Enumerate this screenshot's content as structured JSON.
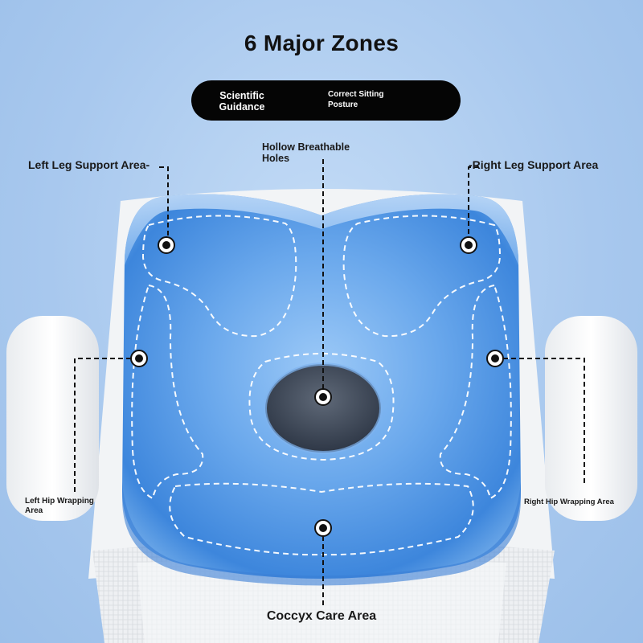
{
  "title": "6 Major Zones",
  "banner": {
    "left_text": "Scientific Guidance",
    "right_text": "Correct Sitting Posture"
  },
  "zones": {
    "left_leg": "Left Leg Support Area-",
    "hollow_holes": "Hollow Breathable Holes",
    "right_leg": "-Right Leg Support Area",
    "left_hip": "Left Hip Wrapping Area",
    "right_hip": "Right Hip Wrapping Area",
    "coccyx": "Coccyx Care Area"
  },
  "colors": {
    "background": "#a9c9ee",
    "cushion": "#5fa2ea",
    "banner": "#050505"
  }
}
